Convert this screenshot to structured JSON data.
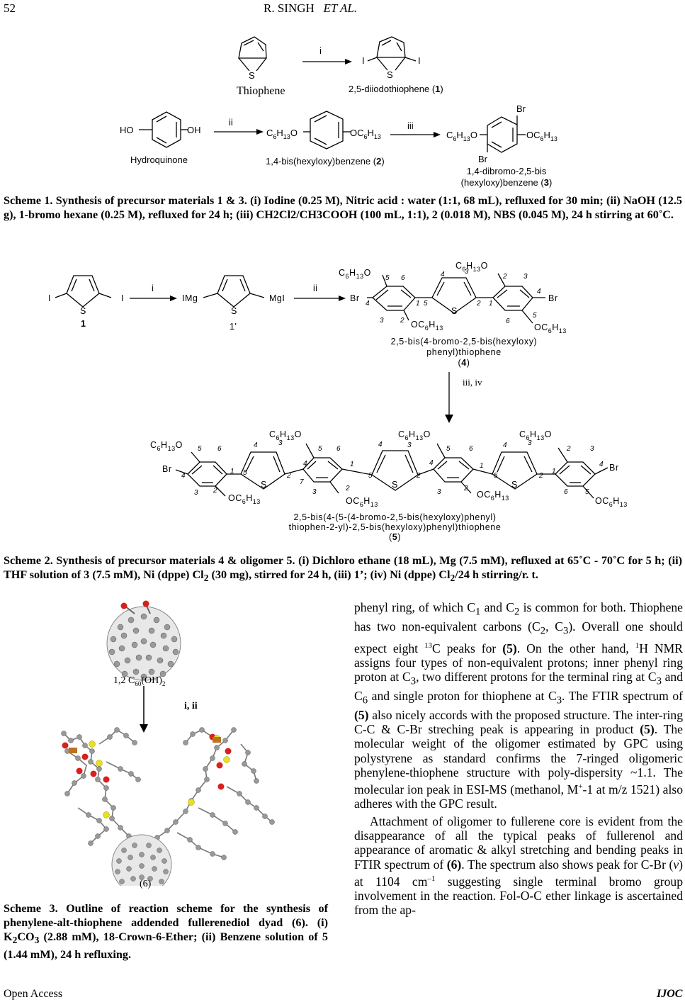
{
  "header": {
    "page_number": "52",
    "running_title": "R. SINGH",
    "et_al": "ET AL."
  },
  "scheme1": {
    "step_i": "i",
    "step_ii": "ii",
    "step_iii": "iii",
    "thiophene_label": "Thiophene",
    "diiodo_label": "2,5-diiodothiophene (",
    "diiodo_num": "1",
    "hydroquinone_label": "Hydroquinone",
    "bis_hexyloxy_label": "1,4-bis(hexyloxy)benzene (",
    "bis_hexyloxy_num": "2",
    "dibromo_label_1": "1,4-dibromo-2,5-bis",
    "dibromo_label_2": "(hexyloxy)benzene (",
    "dibromo_num": "3",
    "caption": "Scheme 1. Synthesis of precursor materials 1 & 3. (i) Iodine (0.25 M), Nitric acid : water (1:1, 68 mL), refluxed for 30 min; (ii) NaOH (12.5 g), 1-bromo hexane (0.25 M), refluxed for 24 h; (iii) CH2Cl2/CH3COOH (100 mL, 1:1), 2 (0.018 M), NBS (0.045 M), 24 h stirring at 60˚C."
  },
  "scheme2": {
    "step_i": "i",
    "step_ii": "ii",
    "step_iii_iv": "iii, iv",
    "compound1": "1",
    "compound1prime": "1'",
    "img": "IMg",
    "mgi": "MgI",
    "compound4_name_1": "2,5-bis(4-bromo-2,5-bis(hexyloxy)",
    "compound4_name_2": "phenyl)thiophene",
    "compound4_num": "4",
    "compound5_name_1": "2,5-bis(4-(5-(4-bromo-2,5-bis(hexyloxy)phenyl)",
    "compound5_name_2": "thiophen-2-yl)-2,5-bis(hexyloxy)phenyl)thiophene",
    "compound5_num": "5",
    "caption_1": "Scheme 2. Synthesis of precursor materials 4 & oligomer 5. (i) Dichloro ethane (18 mL), Mg (7.5 mM), refluxed at 65˚C - 70˚C for 5 h; (ii) THF solution of 3 (7.5 mM), Ni (dppe) Cl",
    "caption_sub1": "2",
    "caption_2": " (30 mg), stirred for 24 h, (iii) 1’; (iv) Ni (dppe) Cl",
    "caption_sub2": "2",
    "caption_3": "/24 h stirring/r. t."
  },
  "scheme3": {
    "fullerenol_label": "1,2 C",
    "fullerenol_sub": "60",
    "fullerenol_suffix": "(OH)",
    "fullerenol_sub2": "2",
    "step": "i, ii",
    "product_label": "(6)",
    "caption_1": "Scheme 3. Outline of reaction scheme for the synthesis of phenylene-alt-thiophene addended fullerenediol dyad (6). (i) K",
    "caption_sub1": "2",
    "caption_2": "CO",
    "caption_sub2": "3",
    "caption_3": " (2.88 mM), 18-Crown-6-Ether; (ii) Benzene solution of 5 (1.44 mM), 24 h refluxing."
  },
  "text": {
    "p1_a": "phenyl ring, of which C",
    "p1_s1": "1",
    "p1_b": " and C",
    "p1_s2": "2",
    "p1_c": " is common for both. Thiophene has two non-equivalent carbons (C",
    "p1_s3": "2",
    "p1_d": ", C",
    "p1_s4": "3",
    "p1_e": "). Overall one should expect eight ",
    "p1_sup1": "13",
    "p1_f": "C peaks for ",
    "p1_bold1": "(5)",
    "p1_g": ". On the other hand, ",
    "p1_sup2": "1",
    "p1_h": "H NMR assigns four types of non-equivalent protons; inner phenyl ring proton at C",
    "p1_s5": "3",
    "p1_i": ", two different protons for the terminal ring at C",
    "p1_s6": "3",
    "p1_j": " and C",
    "p1_s7": "6",
    "p1_k": " and single proton for thiophene at C",
    "p1_s8": "3",
    "p1_l": ". The FTIR spectrum of ",
    "p1_bold2": "(5)",
    "p1_m": " also nicely accords with the proposed structure. The inter-ring C-C & C-Br streching peak is appearing in product ",
    "p1_bold3": "(5)",
    "p1_n": ". The molecular weight of the oligomer estimated by GPC using polystyrene as standard confirms the 7-ringed oligomeric phenylene-thiophene structure with poly-dispersity ~1.1. The molecular ion peak in ESI-MS (methanol, M",
    "p1_sup3": "+",
    "p1_o": "-1 at m/z 1521) also adheres with the GPC result.",
    "p2_a": "Attachment of oligomer to fullerene core is evident from the disappearance of all the typical peaks of fullerenol and appearance of aromatic & alkyl stretching and bending peaks in FTIR spectrum of ",
    "p2_bold": "(6)",
    "p2_b": ". The spectrum also shows peak for C-Br (",
    "p2_nu": "ν",
    "p2_c": ") at 1104 cm",
    "p2_sup": "–1",
    "p2_d": " suggesting single terminal bromo group involvement in the reaction. Fol-O-C ether linkage is ascertained from the ap-"
  },
  "footer": {
    "left": "Open Access",
    "right": "IJOC"
  }
}
